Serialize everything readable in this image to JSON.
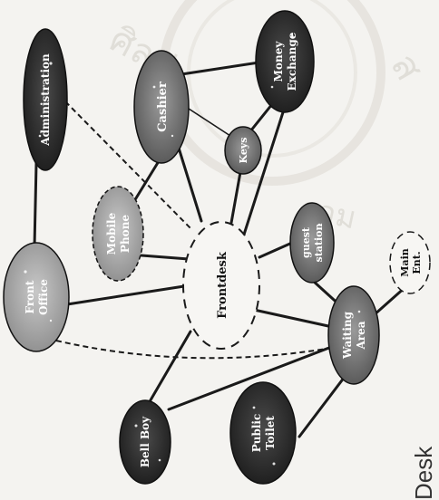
{
  "diagram": {
    "nodes": {
      "administration": "Administration",
      "cashier": "Cashier",
      "money_exchange": [
        "Money",
        "Exchange"
      ],
      "keys": "Keys",
      "mobile_phone": [
        "Mobile",
        "Phone"
      ],
      "front_office": [
        "Front",
        "Office"
      ],
      "front_desk": "Frontdesk",
      "guest_station": [
        "guest",
        "station"
      ],
      "main_entrance": [
        "Main",
        "Ent."
      ],
      "waiting_area": [
        "Waiting",
        "Area"
      ],
      "bell_boy": "Bell Boy",
      "public_toilet": [
        "Public",
        "Toilet"
      ]
    },
    "caption_fragment": "Desk",
    "colors": {
      "node_dark": "#2a2a2a",
      "node_gray": "#7d7d7d",
      "node_light": "#b3b3b3",
      "line": "#1a1a1a",
      "background": "#f4f3f0"
    }
  }
}
